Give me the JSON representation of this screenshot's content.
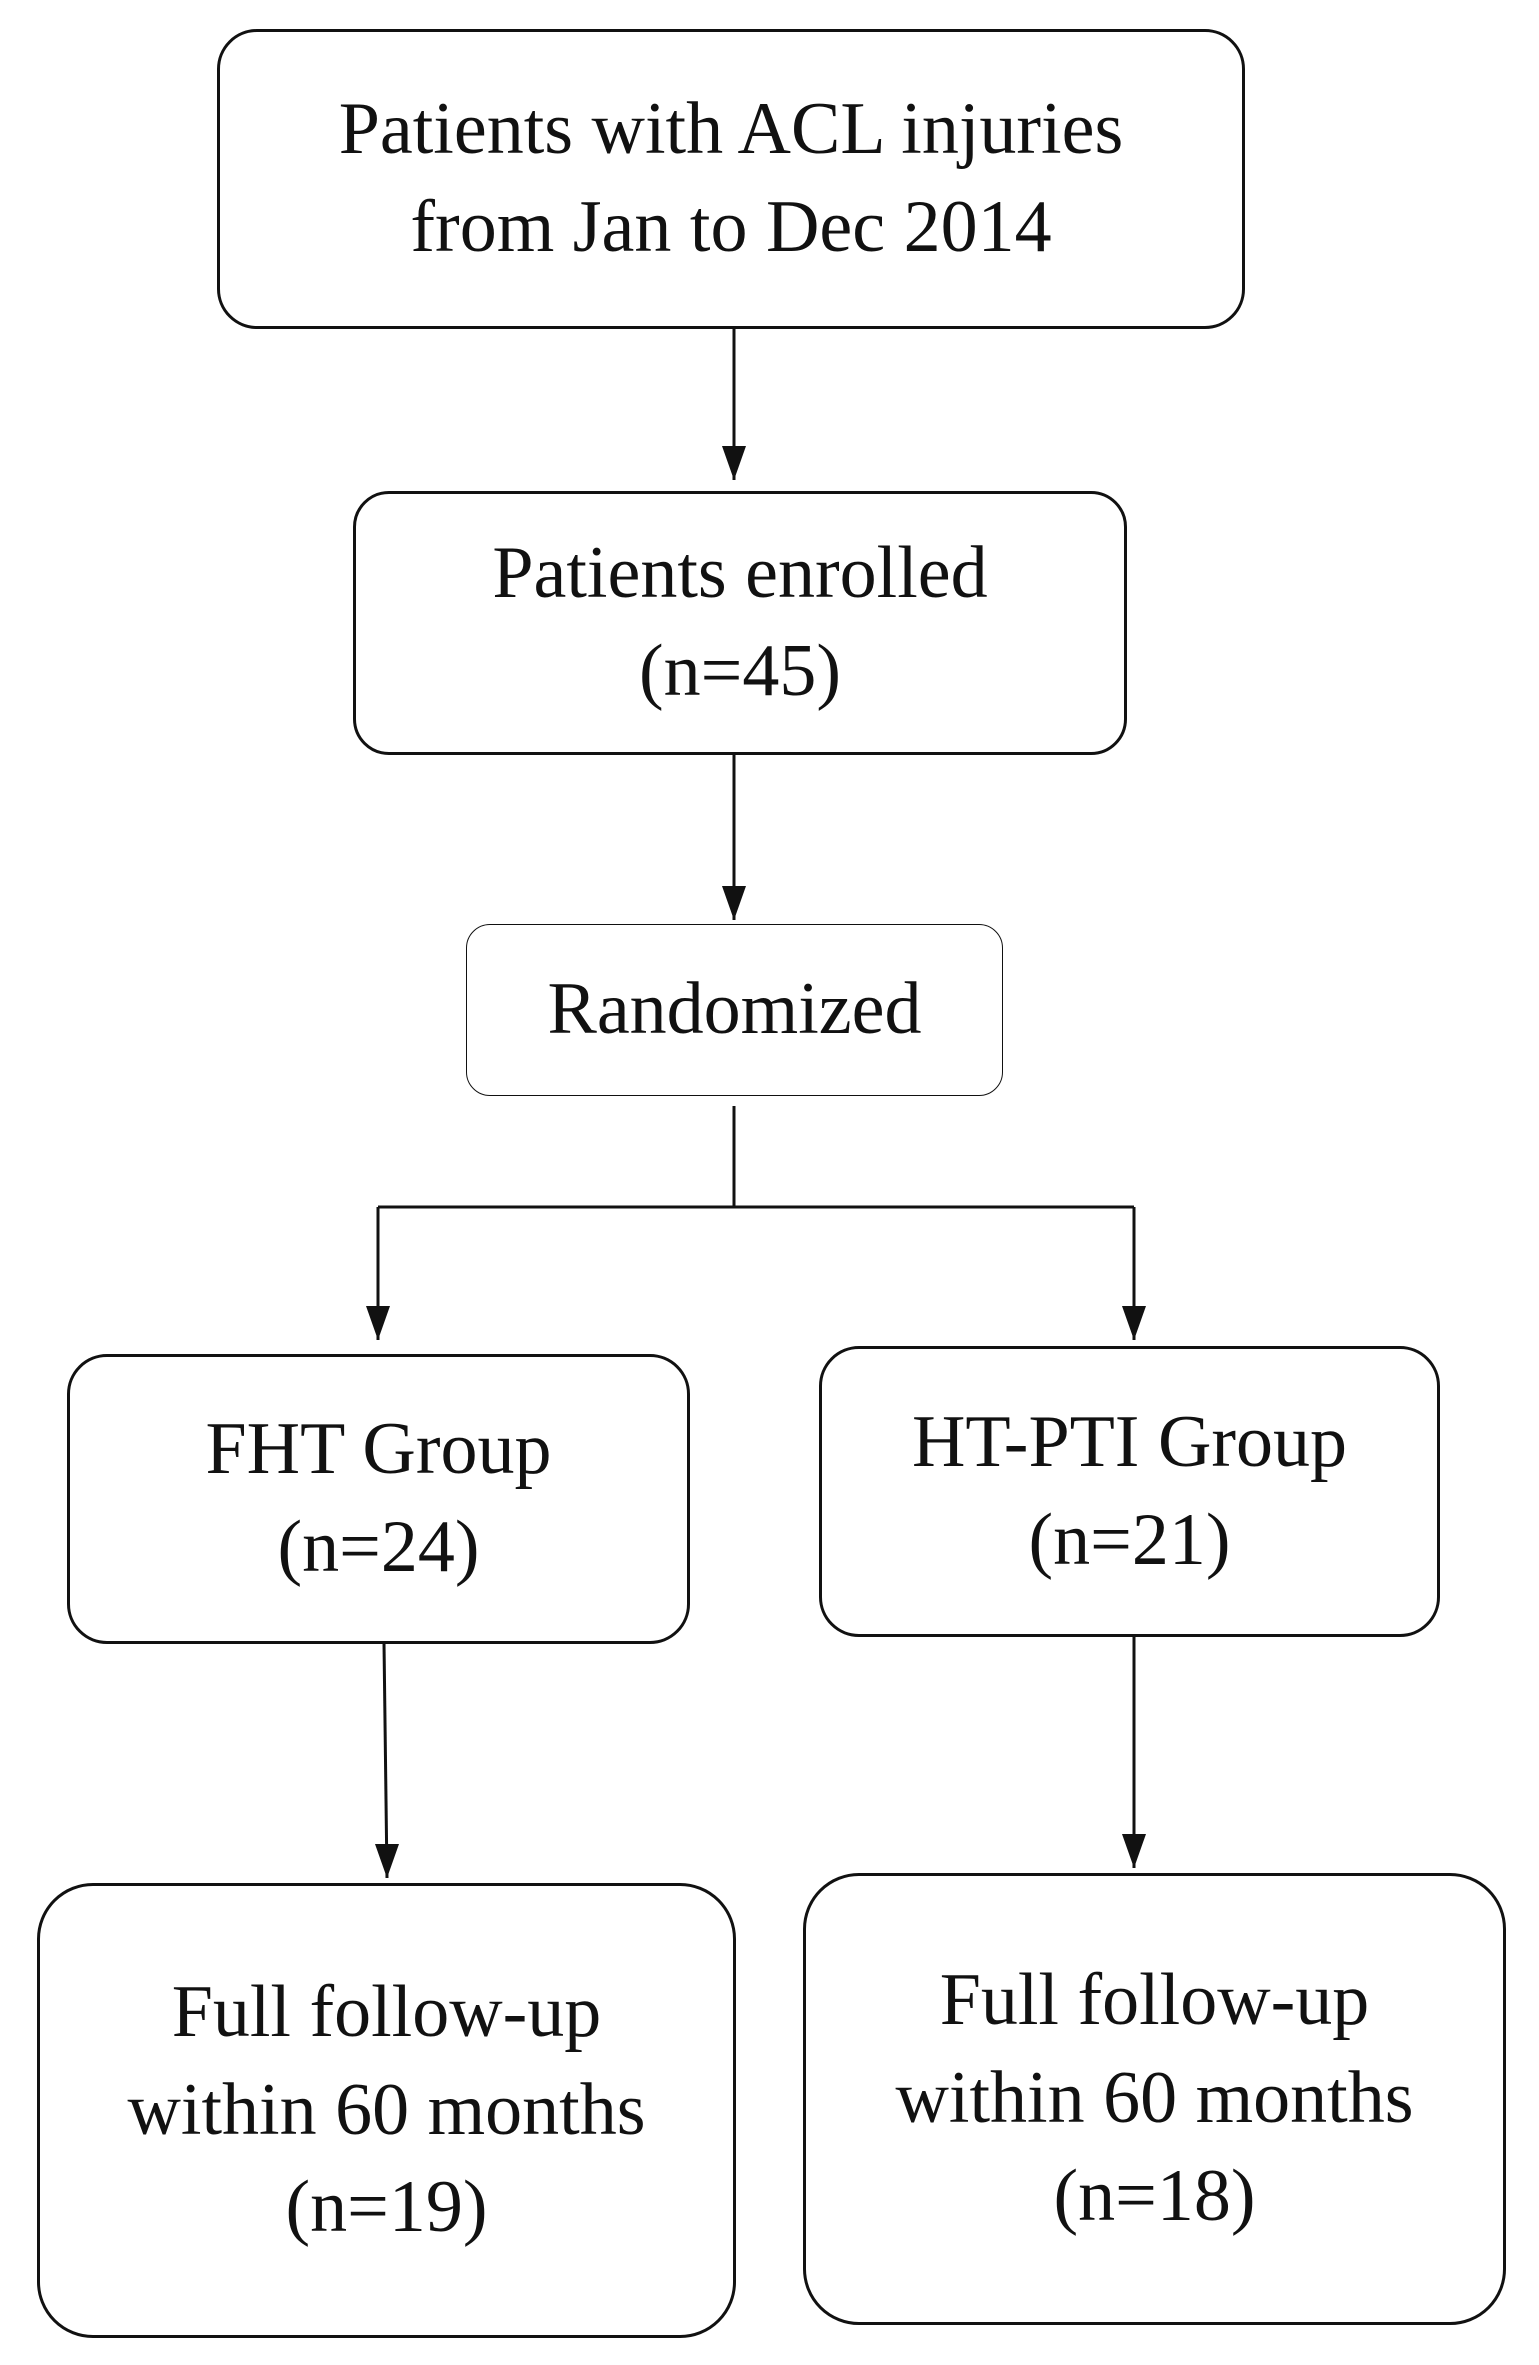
{
  "flowchart": {
    "source": {
      "line1": "Patients with ACL injuries",
      "line2": "from Jan to Dec 2014"
    },
    "enrolled": {
      "line1": "Patients enrolled",
      "line2": "(n=45)"
    },
    "randomized": {
      "line1": "Randomized"
    },
    "fht_group": {
      "line1": "FHT Group",
      "line2": "(n=24)"
    },
    "htpti_group": {
      "line1": "HT-PTI Group",
      "line2": "(n=21)"
    },
    "fht_followup": {
      "line1": "Full follow-up",
      "line2": "within 60 months",
      "line3": "(n=19)"
    },
    "htpti_followup": {
      "line1": "Full follow-up",
      "line2": "within 60 months",
      "line3": "(n=18)"
    }
  }
}
